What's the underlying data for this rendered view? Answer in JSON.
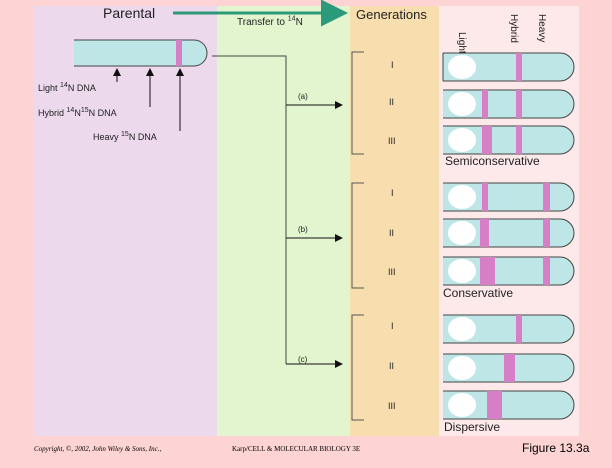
{
  "header": {
    "parental": "Parental",
    "transfer_prefix": "Transfer to ",
    "transfer_mass": "14",
    "transfer_element": "N",
    "generations": "Generations"
  },
  "columns": {
    "light": "Light",
    "hybrid": "Hybrid",
    "heavy": "Heavy"
  },
  "legend": {
    "light_prefix": "Light ",
    "light_mass": "14",
    "light_suffix": "N DNA",
    "hybrid_prefix": "Hybrid ",
    "hybrid_mass1": "14",
    "hybrid_mid": "N",
    "hybrid_mass2": "15",
    "hybrid_suffix": "N DNA",
    "heavy_prefix": "Heavy ",
    "heavy_mass": "15",
    "heavy_suffix": "N DNA"
  },
  "models": [
    {
      "key": "(a)",
      "name": "Semiconservative",
      "generations": [
        "I",
        "II",
        "III"
      ]
    },
    {
      "key": "(b)",
      "name": "Conservative",
      "generations": [
        "I",
        "II",
        "III"
      ]
    },
    {
      "key": "(c)",
      "name": "Dispersive",
      "generations": [
        "I",
        "II",
        "III"
      ]
    }
  ],
  "footer": {
    "copyright": "Copyright, ©, 2002, John Wiley & Sons, Inc.,",
    "book": "Karp/CELL & MOLECULAR BIOLOGY 3E",
    "figure": "Figure 13.3a"
  },
  "colors": {
    "background": "#fdd3d3",
    "parental_panel": "#ecd9ec",
    "transfer_panel": "#e3f5cf",
    "generation_panel": "#f8deae",
    "results_panel": "#fde9e9",
    "tube_fill": "#bfe6e6",
    "band": "#d67fc6",
    "arrow": "#2a9a7a"
  }
}
